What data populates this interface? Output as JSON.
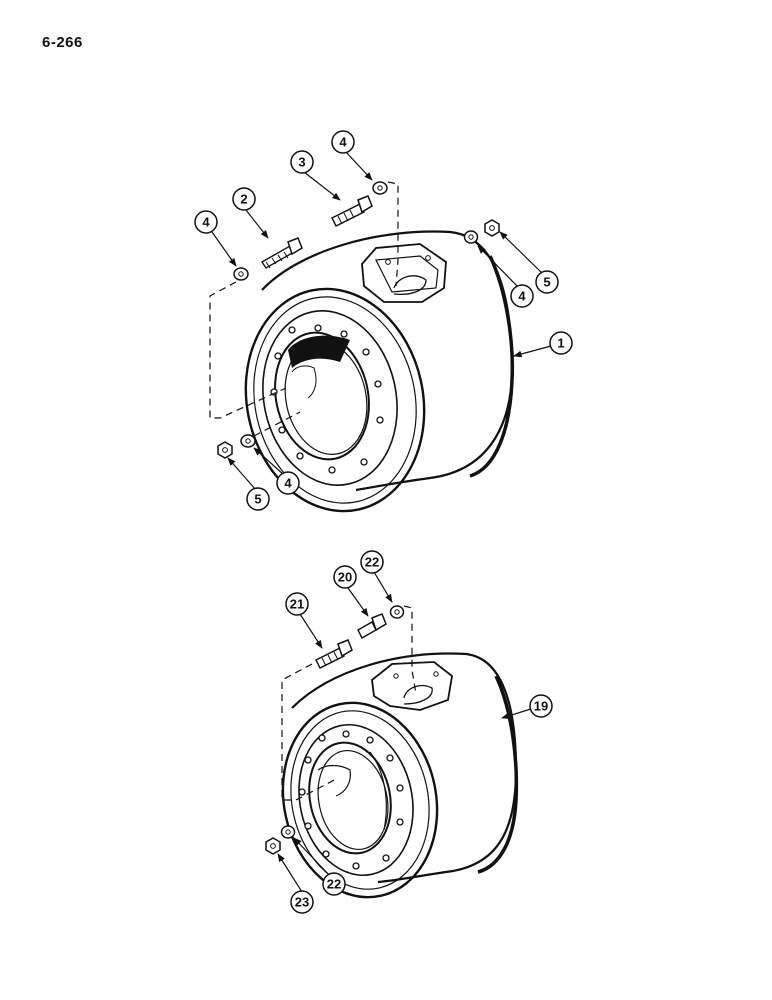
{
  "page_number": "6-266",
  "callouts": [
    {
      "id": "c1",
      "label": "1"
    },
    {
      "id": "c2",
      "label": "2"
    },
    {
      "id": "c3",
      "label": "3"
    },
    {
      "id": "c4a",
      "label": "4"
    },
    {
      "id": "c4b",
      "label": "4"
    },
    {
      "id": "c4c",
      "label": "4"
    },
    {
      "id": "c4d",
      "label": "4"
    },
    {
      "id": "c5a",
      "label": "5"
    },
    {
      "id": "c5b",
      "label": "5"
    },
    {
      "id": "c19",
      "label": "19"
    },
    {
      "id": "c20",
      "label": "20"
    },
    {
      "id": "c21",
      "label": "21"
    },
    {
      "id": "c22a",
      "label": "22"
    },
    {
      "id": "c22b",
      "label": "22"
    },
    {
      "id": "c23",
      "label": "23"
    }
  ]
}
